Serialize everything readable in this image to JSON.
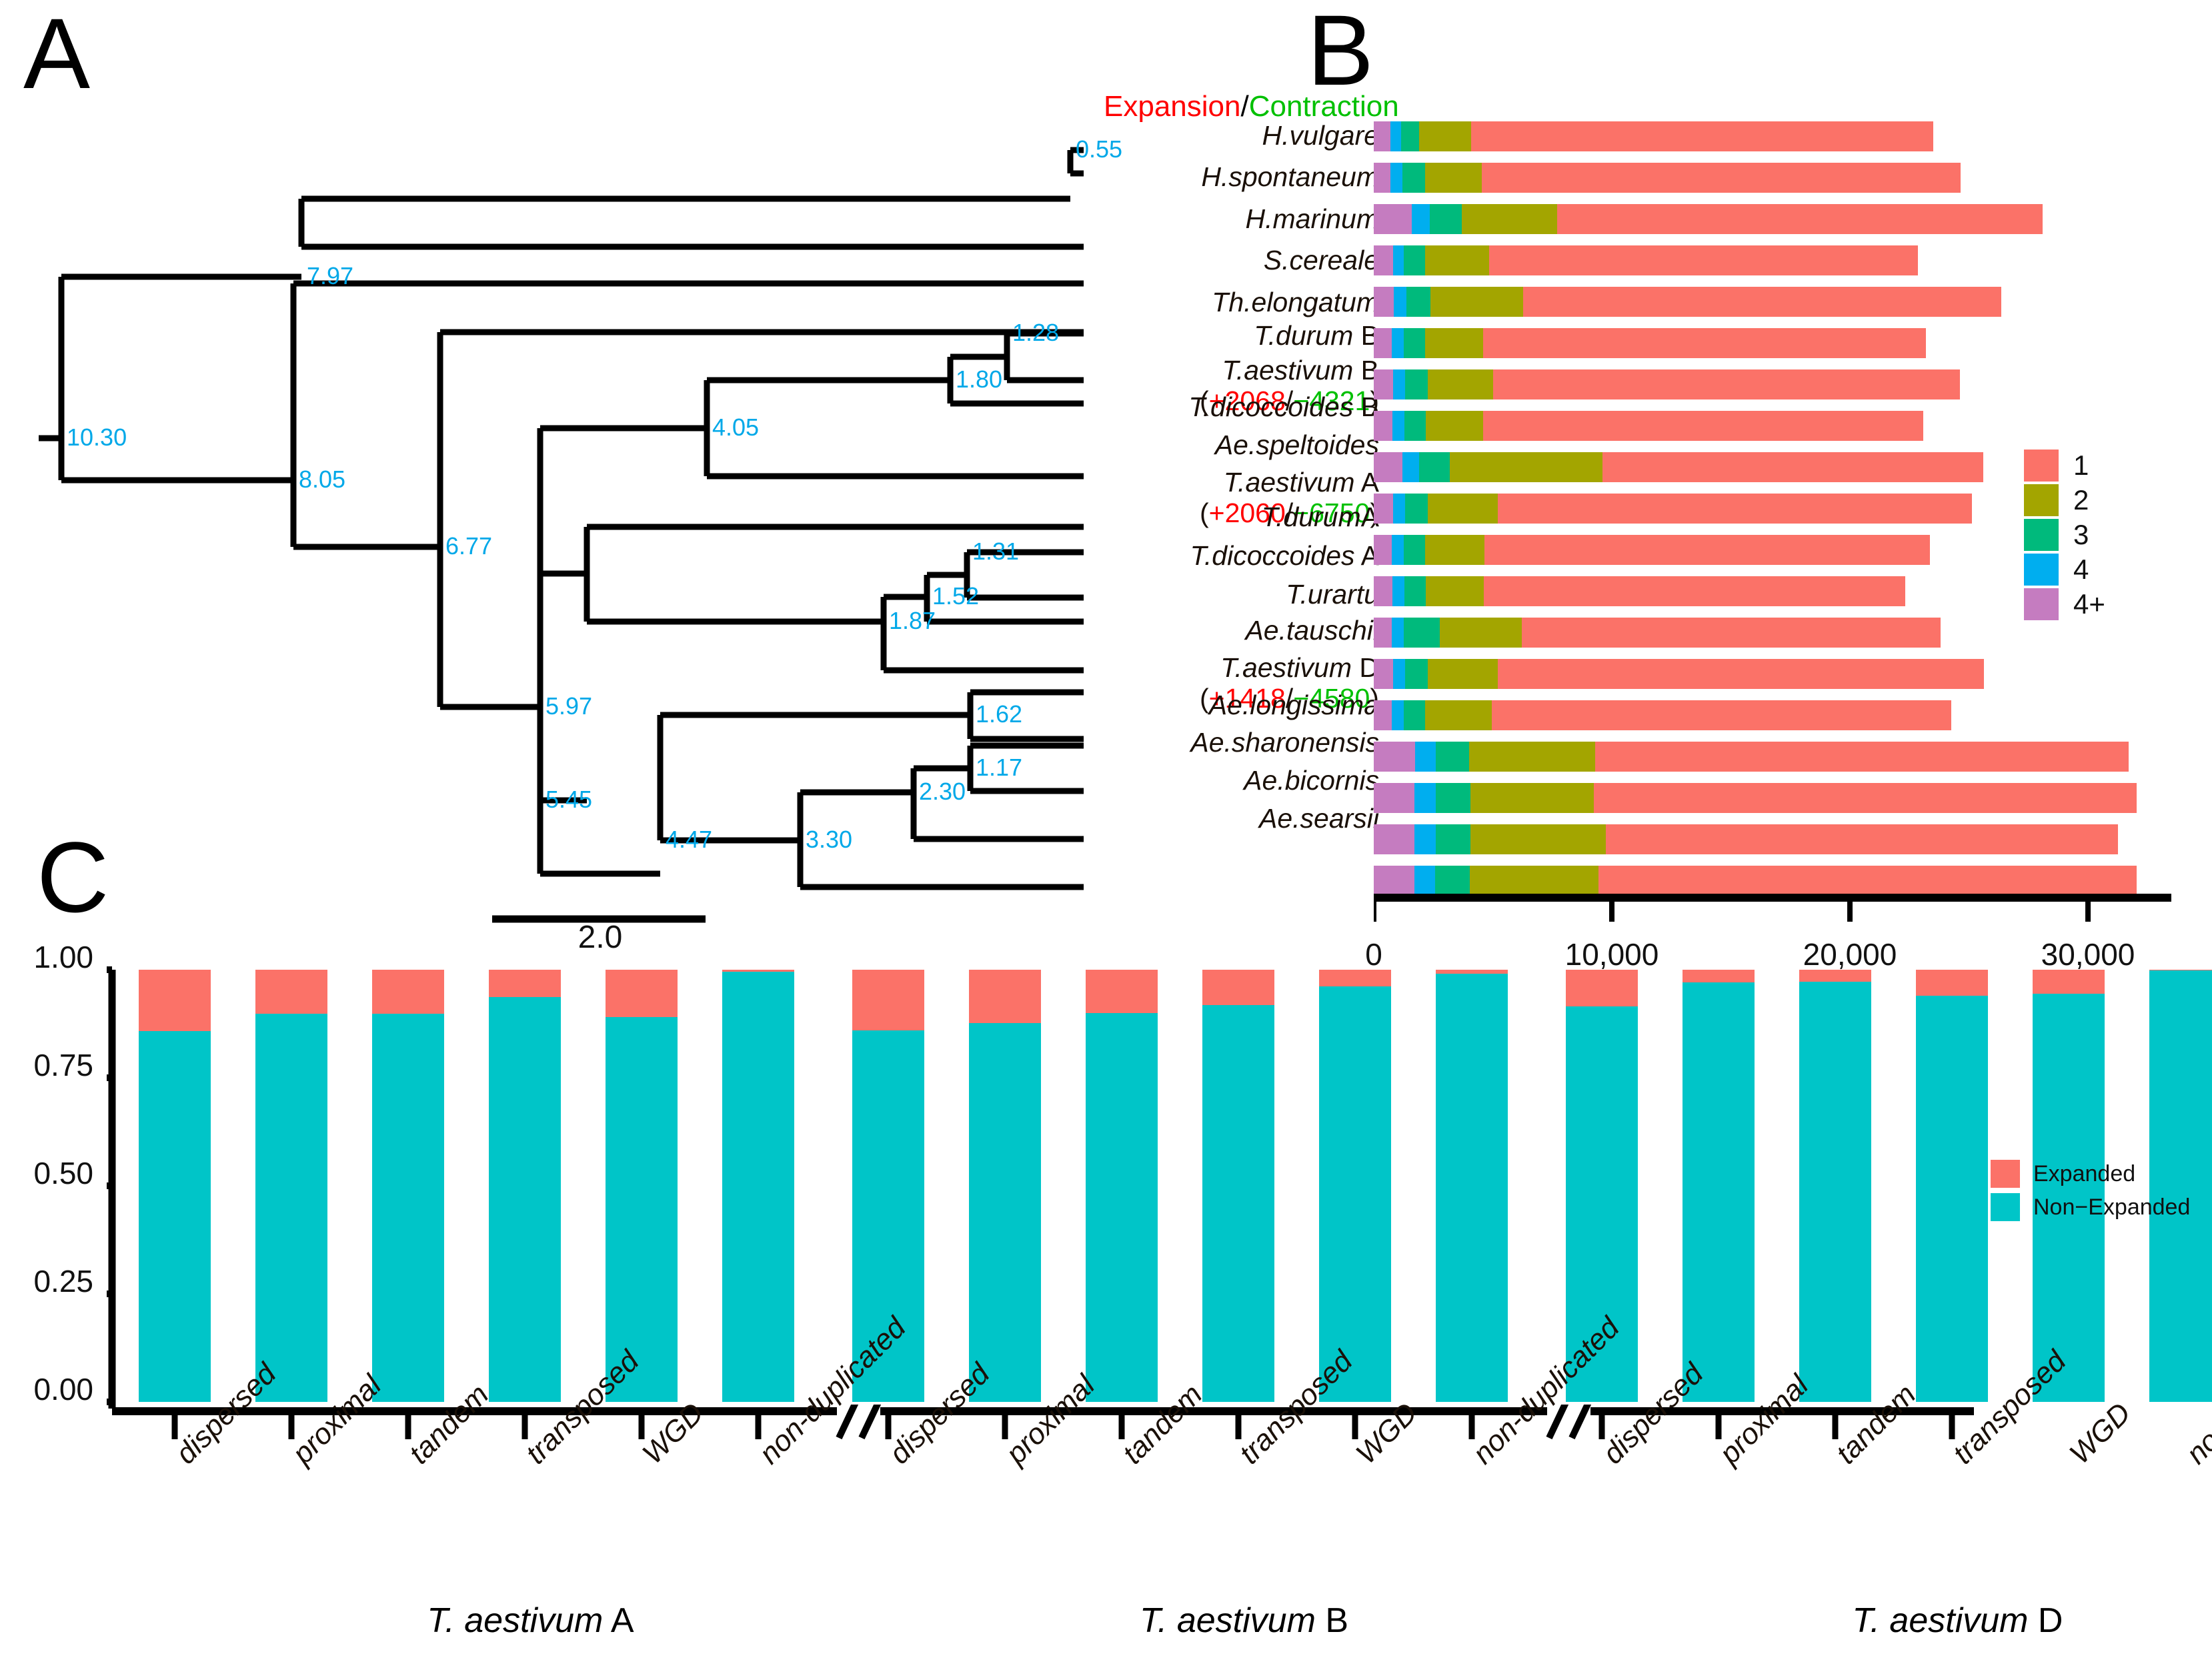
{
  "panels": {
    "a_letter": "A",
    "b_letter": "B",
    "c_letter": "C"
  },
  "panelA": {
    "header_expansion": "Expansion",
    "header_slash": "/",
    "header_contraction": "Contraction",
    "scale_bar_label": "2.0",
    "node_ages": [
      {
        "id": "root",
        "label": "10.30"
      },
      {
        "id": "hordeum",
        "label": "7.97"
      },
      {
        "id": "n805",
        "label": "8.05"
      },
      {
        "id": "n677",
        "label": "6.77"
      },
      {
        "id": "n597",
        "label": "5.97"
      },
      {
        "id": "n405",
        "label": "4.05"
      },
      {
        "id": "n180",
        "label": "1.80"
      },
      {
        "id": "n128",
        "label": "1.28"
      },
      {
        "id": "n187",
        "label": "1.87"
      },
      {
        "id": "n152",
        "label": "1.52"
      },
      {
        "id": "n131",
        "label": "1.31"
      },
      {
        "id": "n545",
        "label": "5.45"
      },
      {
        "id": "n447",
        "label": "4.47"
      },
      {
        "id": "n162",
        "label": "1.62"
      },
      {
        "id": "n330",
        "label": "3.30"
      },
      {
        "id": "n230",
        "label": "2.30"
      },
      {
        "id": "n117",
        "label": "1.17"
      }
    ],
    "tips": [
      {
        "idx": 0,
        "lines": [
          {
            "t": "H.vulgare",
            "i": true
          }
        ]
      },
      {
        "idx": 1,
        "lines": [
          {
            "t": "H.spontaneum",
            "i": true
          }
        ]
      },
      {
        "idx": 2,
        "lines": [
          {
            "t": "H.marinum",
            "i": true
          }
        ]
      },
      {
        "idx": 3,
        "lines": [
          {
            "t": "S.cereale",
            "i": true
          }
        ]
      },
      {
        "idx": 4,
        "lines": [
          {
            "t": "Th.elongatum",
            "i": true
          }
        ]
      },
      {
        "idx": 5,
        "lines": [
          {
            "t": "T.durum",
            "i": true
          },
          {
            "t": " B",
            "i": false
          }
        ]
      },
      {
        "idx": 6,
        "lines": [
          {
            "t": "T.aestivum",
            "i": true
          },
          {
            "t": " B",
            "i": false
          }
        ],
        "annot": {
          "open": "(",
          "plus": "+2068",
          "slash": "/",
          "minus": "−4321",
          "close": ")"
        }
      },
      {
        "idx": 7,
        "lines": [
          {
            "t": "T.dicoccoides",
            "i": true
          },
          {
            "t": " B",
            "i": false
          }
        ]
      },
      {
        "idx": 8,
        "lines": [
          {
            "t": "Ae.speltoides",
            "i": true
          }
        ]
      },
      {
        "idx": 9,
        "lines": [
          {
            "t": "T.aestivum",
            "i": true
          },
          {
            "t": " A",
            "i": false
          }
        ],
        "annot": {
          "open": "(",
          "plus": "+2060",
          "slash": "/",
          "minus": "−6750",
          "close": ")"
        }
      },
      {
        "idx": 10,
        "lines": [
          {
            "t": "T.durum",
            "i": true
          },
          {
            "t": "A",
            "i": false
          }
        ]
      },
      {
        "idx": 11,
        "lines": [
          {
            "t": "T.dicoccoides",
            "i": true
          },
          {
            "t": " A",
            "i": false
          }
        ]
      },
      {
        "idx": 12,
        "lines": [
          {
            "t": "T.urartu",
            "i": true
          }
        ]
      },
      {
        "idx": 13,
        "lines": [
          {
            "t": "Ae.tauschii",
            "i": true
          }
        ]
      },
      {
        "idx": 14,
        "lines": [
          {
            "t": "T.aestivum",
            "i": true
          },
          {
            "t": " D",
            "i": false
          }
        ],
        "annot": {
          "open": "(",
          "plus": "+1418",
          "slash": "/",
          "minus": "−4580",
          "close": ")"
        }
      },
      {
        "idx": 15,
        "lines": [
          {
            "t": "Ae.longissima",
            "i": true
          }
        ]
      },
      {
        "idx": 16,
        "lines": [
          {
            "t": "Ae.sharonensis",
            "i": true
          }
        ]
      },
      {
        "idx": 17,
        "lines": [
          {
            "t": "Ae.bicornis",
            "i": true
          }
        ]
      },
      {
        "idx": 18,
        "lines": [
          {
            "t": "Ae.searsii",
            "i": true
          }
        ]
      }
    ]
  },
  "chart_data": [
    {
      "type": "bar",
      "id": "panelB",
      "orientation": "horizontal",
      "stacked": true,
      "title": "",
      "xlabel": "",
      "ylabel": "",
      "xlim": [
        0,
        33500
      ],
      "xticks": [
        0,
        10000,
        20000,
        30000
      ],
      "xticklabels": [
        "0",
        "10,000",
        "20,000",
        "30,000"
      ],
      "grid": false,
      "legend_position": "right",
      "legend": [
        "1",
        "2",
        "3",
        "4",
        "4+"
      ],
      "colors": {
        "1": "#FB7268",
        "2": "#A3A500",
        "3": "#00BA7C",
        "4": "#00AEEF",
        "4+": "#C57CC0"
      },
      "categories": [
        "H.vulgare",
        "H.spontaneum",
        "H.marinum",
        "S.cereale",
        "Th.elongatum",
        "T.durum B",
        "T.aestivum B",
        "T.dicoccoides B",
        "Ae.speltoides",
        "T.aestivum A",
        "T.durumA",
        "T.dicoccoides A",
        "T.urartu",
        "Ae.tauschii",
        "T.aestivum D",
        "Ae.longissima",
        "Ae.sharonensis",
        "Ae.bicornis",
        "Ae.searsii"
      ],
      "series": [
        {
          "name": "4+",
          "values": [
            700,
            700,
            1600,
            800,
            850,
            750,
            800,
            780,
            1200,
            800,
            750,
            780,
            760,
            800,
            760,
            1750,
            1700,
            1700,
            1700
          ]
        },
        {
          "name": "4",
          "values": [
            450,
            500,
            750,
            450,
            520,
            500,
            520,
            500,
            700,
            520,
            500,
            500,
            500,
            520,
            500,
            850,
            900,
            900,
            880
          ]
        },
        {
          "name": "3",
          "values": [
            750,
            950,
            1350,
            900,
            1000,
            900,
            950,
            900,
            1300,
            950,
            900,
            900,
            1500,
            950,
            900,
            1400,
            1450,
            1450,
            1450
          ]
        },
        {
          "name": "2",
          "values": [
            2200,
            2400,
            4000,
            2700,
            3900,
            2450,
            2750,
            2400,
            6400,
            2950,
            2500,
            2450,
            3450,
            2950,
            2800,
            5300,
            5200,
            5700,
            5400
          ]
        },
        {
          "name": "1",
          "values": [
            19400,
            20100,
            20400,
            18000,
            20100,
            18600,
            19600,
            18500,
            16000,
            19900,
            18700,
            17700,
            17600,
            20400,
            19300,
            22400,
            22800,
            21500,
            22600
          ]
        }
      ],
      "totals": [
        23500,
        24650,
        28100,
        22850,
        26370,
        23200,
        24620,
        23080,
        25600,
        25120,
        23350,
        22330,
        23810,
        25620,
        24260,
        31700,
        32050,
        31250,
        32030
      ]
    },
    {
      "type": "bar",
      "id": "panelC",
      "orientation": "vertical",
      "stacked": true,
      "normalized": true,
      "title": "",
      "xlabel": "",
      "ylabel": "",
      "ylim": [
        0,
        1.0
      ],
      "yticks": [
        0.0,
        0.25,
        0.5,
        0.75,
        1.0
      ],
      "yticklabels": [
        "0.00",
        "0.25",
        "0.50",
        "0.75",
        "1.00"
      ],
      "grid": false,
      "legend_position": "right",
      "legend": [
        "Expanded",
        "Non−Expanded"
      ],
      "colors": {
        "Expanded": "#FB7268",
        "Non−Expanded": "#00C5C8"
      },
      "group_labels": [
        "T. aestivum A",
        "T. aestivum B",
        "T. aestivum D"
      ],
      "group_label_italic_part": "T. aestivum",
      "categories": [
        "dispersed",
        "proximal",
        "tandem",
        "transposed",
        "WGD",
        "non-duplicated"
      ],
      "groups": [
        {
          "name": "T. aestivum A",
          "non_expanded": [
            0.858,
            0.898,
            0.898,
            0.936,
            0.89,
            0.996
          ],
          "expanded": [
            0.142,
            0.102,
            0.102,
            0.064,
            0.11,
            0.004
          ]
        },
        {
          "name": "T. aestivum B",
          "non_expanded": [
            0.86,
            0.877,
            0.9,
            0.918,
            0.962,
            0.99
          ],
          "expanded": [
            0.14,
            0.123,
            0.1,
            0.082,
            0.038,
            0.01
          ]
        },
        {
          "name": "T. aestivum D",
          "non_expanded": [
            0.915,
            0.97,
            0.972,
            0.94,
            0.944,
            0.998
          ],
          "expanded": [
            0.085,
            0.03,
            0.028,
            0.06,
            0.056,
            0.002
          ]
        }
      ]
    }
  ]
}
